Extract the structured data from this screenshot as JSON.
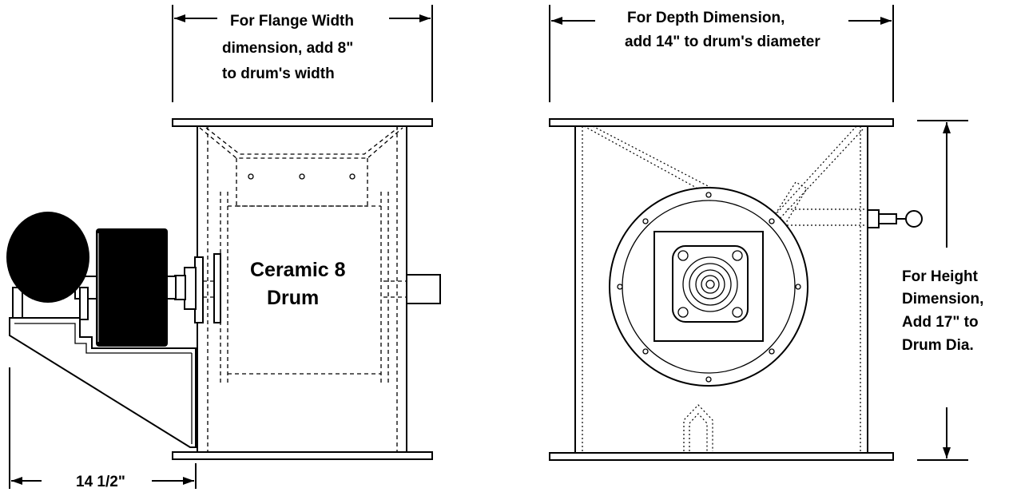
{
  "annotations": {
    "flange_width": [
      "For Flange Width",
      "dimension, add 8\"",
      "to drum's width"
    ],
    "depth": [
      "For Depth Dimension,",
      "add 14\" to drum's diameter"
    ],
    "height": [
      "For Height",
      "Dimension,",
      "Add 17\" to",
      "Drum Dia."
    ],
    "base_offset": "14 1/2\""
  },
  "drum_label": [
    "Ceramic 8",
    "Drum"
  ]
}
